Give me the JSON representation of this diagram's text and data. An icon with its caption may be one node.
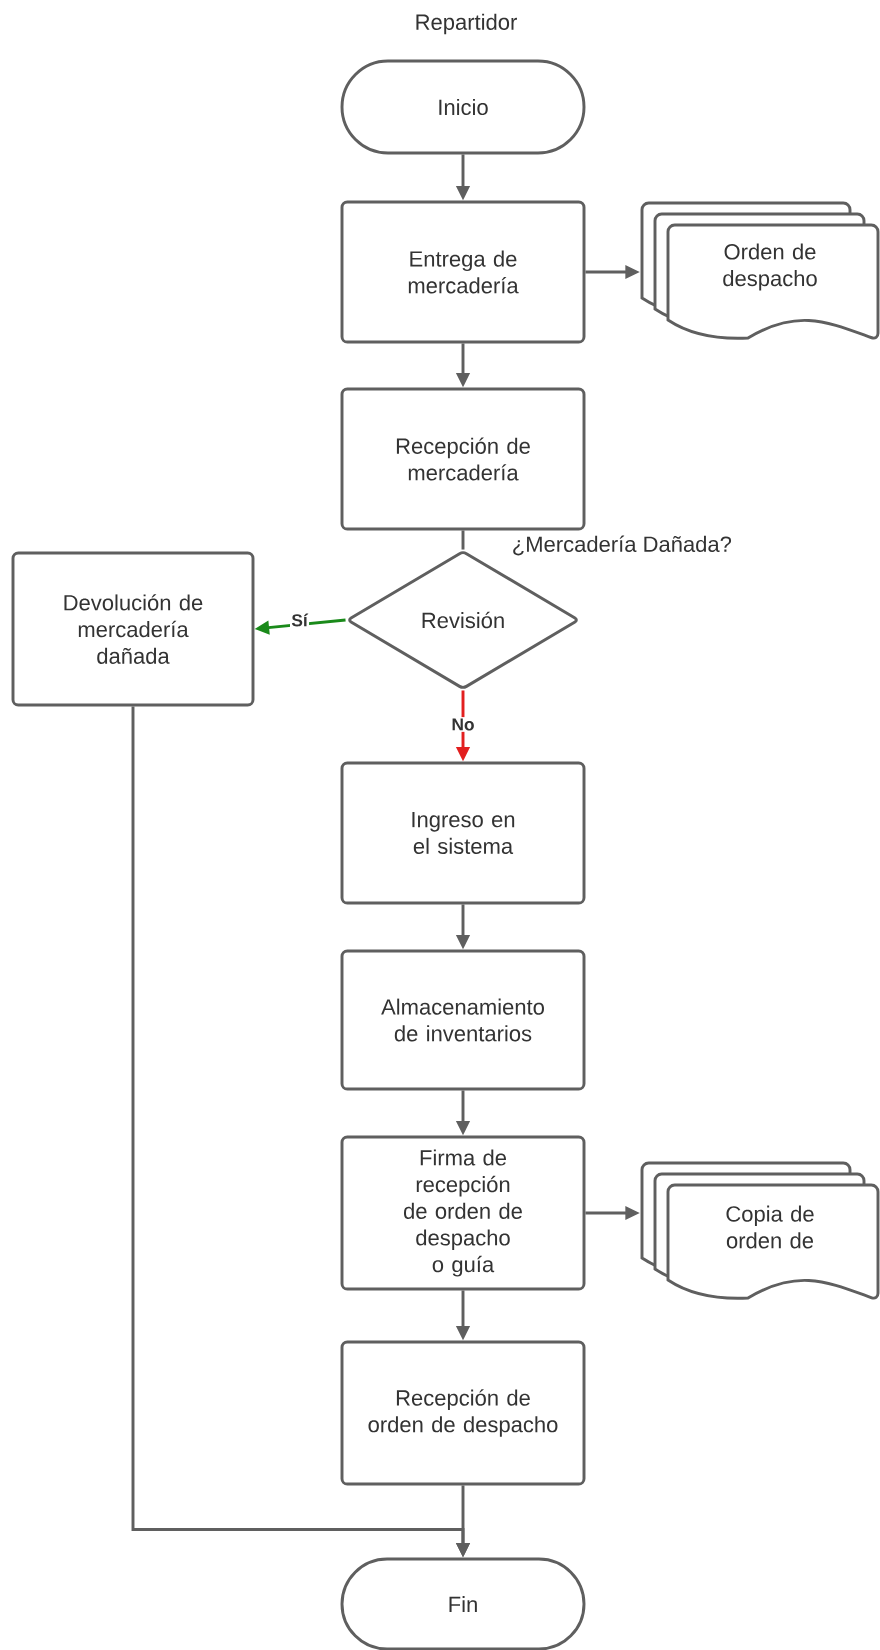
{
  "diagram": {
    "title": "Repartidor",
    "nodes": [
      {
        "text": [
          "Inicio"
        ]
      },
      {
        "text": [
          "Entrega de mercadería"
        ]
      },
      {
        "text": [
          "Orden de despacho"
        ]
      },
      {
        "text": [
          "Recepción de mercadería"
        ]
      },
      {
        "text": [
          "Revisión"
        ],
        "beside": [
          "¿Mercadería Dañada?"
        ]
      },
      {
        "text": [
          "Devolución de mercadería dañada"
        ]
      },
      {
        "text": [
          "Ingreso en el sistema"
        ]
      },
      {
        "text": [
          "Almacenamiento de inventarios"
        ]
      },
      {
        "text": [
          "Firma de recepción de orden de despacho o guía"
        ]
      },
      {
        "text": [
          "Copia de orden de"
        ]
      },
      {
        "text": [
          "Recepción de orden de despacho"
        ]
      },
      {
        "text": [
          "Fin"
        ]
      }
    ],
    "edges": [
      {
        "from": 0,
        "to": 1,
        "arrow": "to"
      },
      {
        "from": 1,
        "to": 2,
        "arrow": "to"
      },
      {
        "from": 1,
        "to": 3,
        "arrow": "to"
      },
      {
        "from": 3,
        "to": 4,
        "arrow": "none"
      },
      {
        "from": 4,
        "to": 5,
        "arrow": "to",
        "label": "Sí",
        "color": "#1a8a1a"
      },
      {
        "from": 4,
        "to": 6,
        "arrow": "to",
        "label": "No",
        "color": "#e21f1f"
      },
      {
        "from": 6,
        "to": 7,
        "arrow": "to"
      },
      {
        "from": 7,
        "to": 8,
        "arrow": "to"
      },
      {
        "from": 8,
        "to": 9,
        "arrow": "to"
      },
      {
        "from": 8,
        "to": 10,
        "arrow": "to"
      },
      {
        "from": 10,
        "to": 11,
        "arrow": "to"
      },
      {
        "from": 5,
        "to": 11,
        "arrow": "to"
      }
    ]
  }
}
